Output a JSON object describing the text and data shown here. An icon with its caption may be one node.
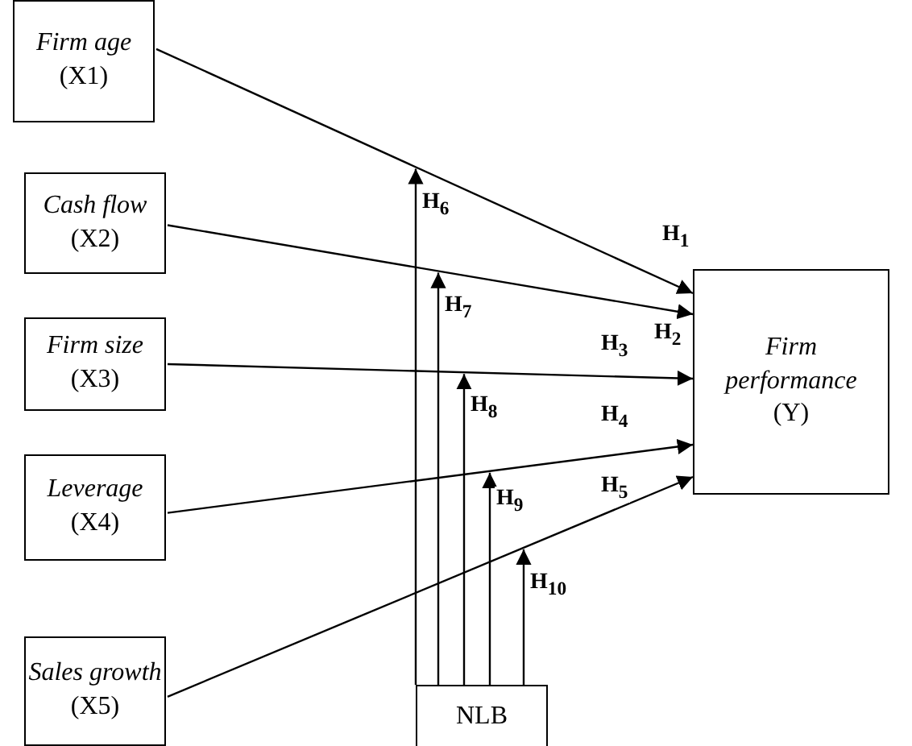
{
  "diagram": {
    "nodes": [
      {
        "text": [
          "*Firm age* (X1)"
        ]
      },
      {
        "text": [
          "*Cash flow* (X2)"
        ]
      },
      {
        "text": [
          "*Firm size* (X3)"
        ]
      },
      {
        "text": [
          "*Leverage* (X4)"
        ]
      },
      {
        "text": [
          "*Sales growth* (X5)"
        ]
      },
      {
        "text": [
          "*Firm performance* (Y)"
        ]
      },
      {
        "text": [
          "NLB"
        ]
      }
    ],
    "edges": [
      {
        "from": 0,
        "to": 5,
        "arrow": "to",
        "label": "H$_{1}$"
      },
      {
        "from": 1,
        "to": 5,
        "arrow": "to",
        "label": "H$_{2}$"
      },
      {
        "from": 2,
        "to": 5,
        "arrow": "to",
        "label": "H$_{3}$"
      },
      {
        "from": 3,
        "to": 5,
        "arrow": "to",
        "label": "H$_{4}$"
      },
      {
        "from": 4,
        "to": 5,
        "arrow": "to",
        "label": "H$_{5}$"
      },
      {
        "from": 6,
        "to": null,
        "arrow": "to",
        "label": "H$_{6}$"
      },
      {
        "from": 6,
        "to": null,
        "arrow": "to",
        "label": "H$_{7}$"
      },
      {
        "from": 6,
        "to": null,
        "arrow": "to",
        "label": "H$_{8}$"
      },
      {
        "from": 6,
        "to": null,
        "arrow": "to",
        "label": "H$_{9}$"
      },
      {
        "from": 6,
        "to": null,
        "arrow": "to",
        "label": "H$_{10}$"
      }
    ]
  }
}
